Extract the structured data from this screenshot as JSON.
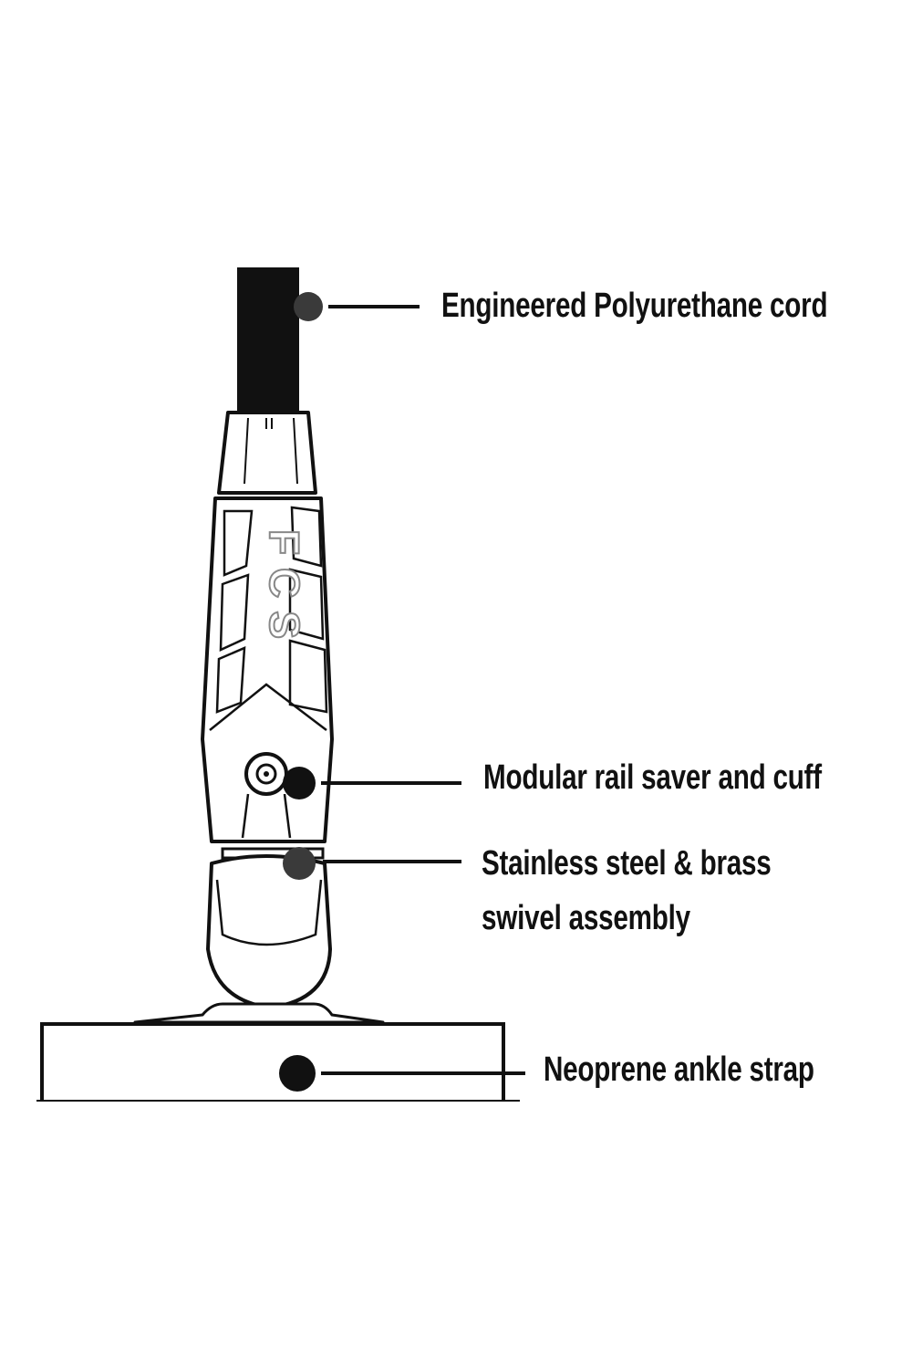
{
  "diagram": {
    "callouts": [
      {
        "id": "cord",
        "text": "Engineered Polyurethane cord"
      },
      {
        "id": "railsaver",
        "text": "Modular rail saver and cuff"
      },
      {
        "id": "swivel",
        "lines": [
          "Stainless steel & brass",
          "swivel assembly"
        ]
      },
      {
        "id": "strap",
        "text": "Neoprene ankle strap"
      }
    ],
    "logo_text": "FCS"
  },
  "colors": {
    "ink": "#111111",
    "background": "#ffffff",
    "marker": "#1a1a1a",
    "marker_light": "#3a3a3a"
  }
}
